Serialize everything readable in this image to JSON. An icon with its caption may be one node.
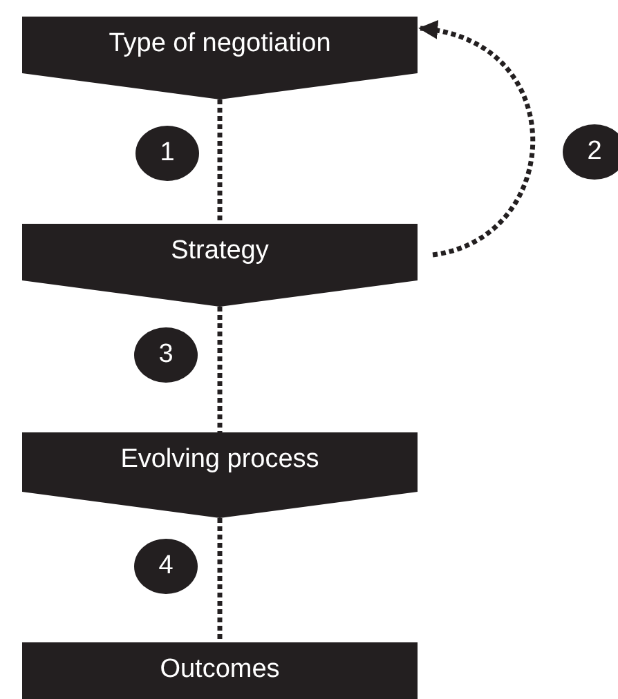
{
  "diagram": {
    "nodes": [
      {
        "text": [
          "Type of negotiation"
        ]
      },
      {
        "text": [
          "Strategy"
        ]
      },
      {
        "text": [
          "Evolving process"
        ]
      },
      {
        "text": [
          "Outcomes"
        ]
      }
    ],
    "edges": [
      {
        "from": 0,
        "to": 1,
        "arrow": "none",
        "label": "1"
      },
      {
        "from": 1,
        "to": 0,
        "arrow": "to",
        "label": "2"
      },
      {
        "from": 1,
        "to": 2,
        "arrow": "none",
        "label": "3"
      },
      {
        "from": 2,
        "to": 3,
        "arrow": "none",
        "label": "4"
      }
    ]
  }
}
